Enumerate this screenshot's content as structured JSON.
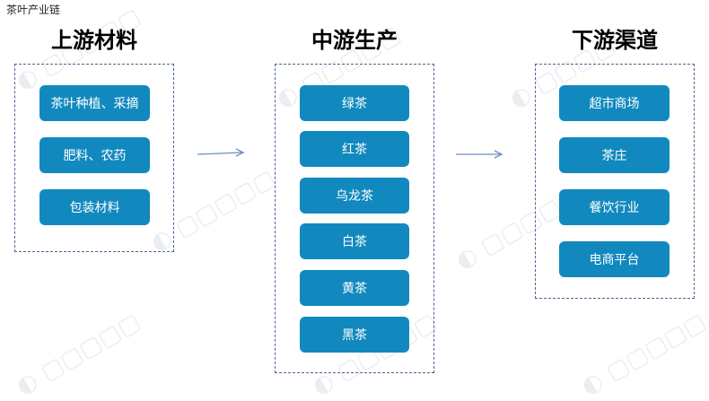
{
  "caption": "茶叶产业链",
  "upstream": {
    "title": "上游材料",
    "items": [
      "茶叶种植、采摘",
      "肥料、农药",
      "包装材料"
    ]
  },
  "midstream": {
    "title": "中游生产",
    "items": [
      "绿茶",
      "红茶",
      "乌龙茶",
      "白茶",
      "黄茶",
      "黑茶"
    ]
  },
  "downstream": {
    "title": "下游渠道",
    "items": [
      "超市商场",
      "茶庄",
      "餐饮行业",
      "电商平台"
    ]
  },
  "colors": {
    "node_fill": "#1289be",
    "box_border": "#4a6592",
    "arrow": "#6a8fc2"
  }
}
